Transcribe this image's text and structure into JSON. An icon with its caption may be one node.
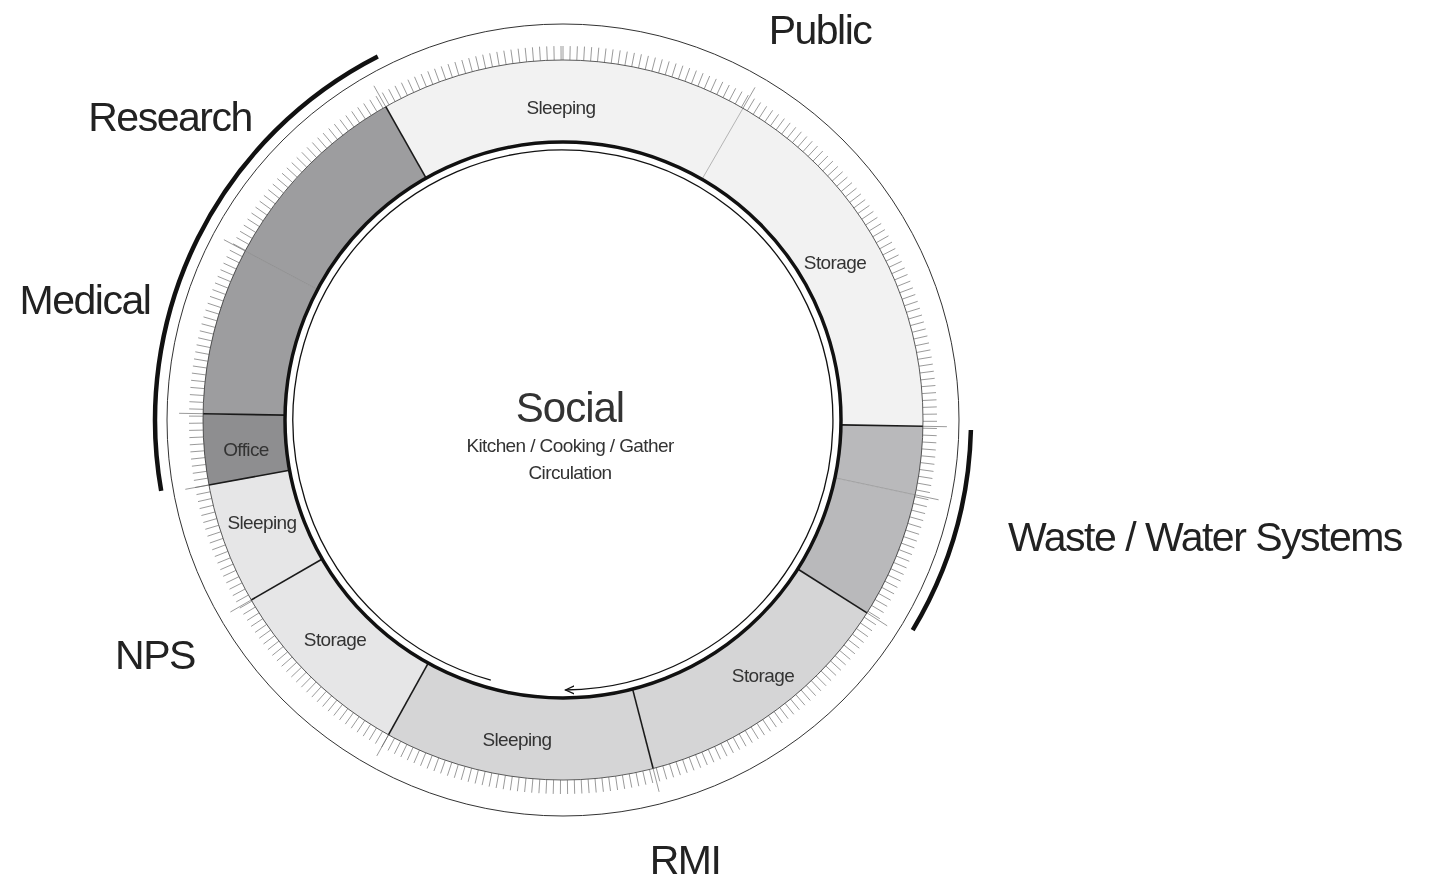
{
  "diagram": {
    "nodes": [
      {
        "text": [
          "Sleeping"
        ]
      },
      {
        "text": [
          "Storage"
        ]
      },
      {
        "text": [],
        "shape": "segment"
      },
      {
        "text": [],
        "shape": "segment"
      },
      {
        "text": [
          "Storage"
        ]
      },
      {
        "text": [
          "Sleeping"
        ]
      },
      {
        "text": [
          "Storage"
        ]
      },
      {
        "text": [
          "Sleeping"
        ]
      },
      {
        "text": [
          "Office"
        ]
      },
      {
        "text": [],
        "shape": "segment"
      },
      {
        "text": [],
        "shape": "segment"
      },
      {
        "text": [
          "Social",
          "Kitchen / Cooking / Gather",
          "Circulation"
        ]
      }
    ],
    "labels": [
      "Public",
      "Research",
      "Medical",
      "Waste / Water Systems",
      "NPS",
      "RMI"
    ]
  }
}
